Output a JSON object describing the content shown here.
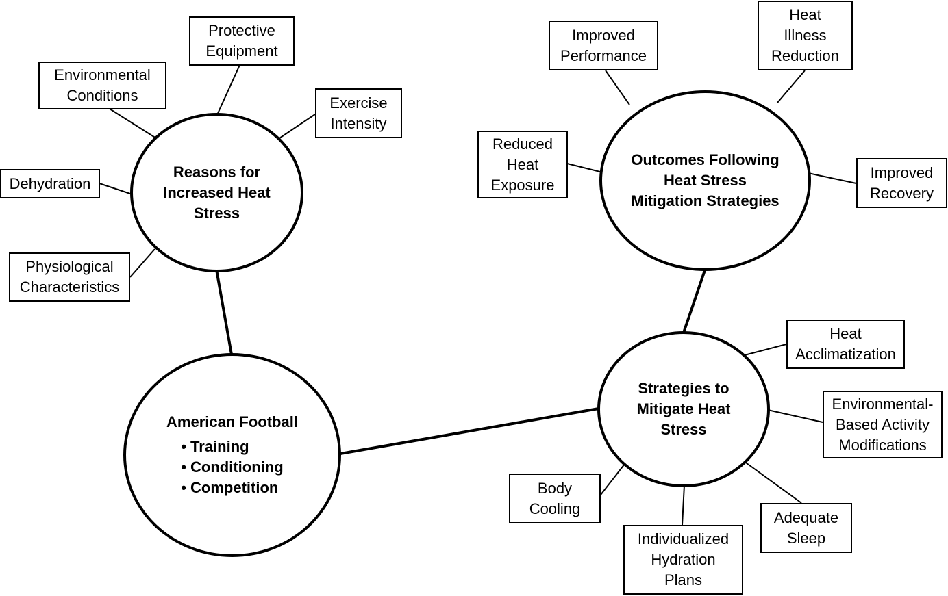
{
  "circles": {
    "reasons": {
      "lines": [
        "Reasons for",
        "Increased Heat",
        "Stress"
      ]
    },
    "football": {
      "title": "American Football",
      "bullets": [
        "Training",
        "Conditioning",
        "Competition"
      ]
    },
    "strategies": {
      "lines": [
        "Strategies to",
        "Mitigate Heat",
        "Stress"
      ]
    },
    "outcomes": {
      "lines": [
        "Outcomes Following",
        "Heat Stress",
        "Mitigation Strategies"
      ]
    }
  },
  "boxes": {
    "protective_equipment": [
      "Protective",
      "Equipment"
    ],
    "environmental_conditions": [
      "Environmental",
      "Conditions"
    ],
    "exercise_intensity": [
      "Exercise",
      "Intensity"
    ],
    "dehydration": [
      "Dehydration"
    ],
    "physiological_characteristics": [
      "Physiological",
      "Characteristics"
    ],
    "improved_performance": [
      "Improved",
      "Performance"
    ],
    "heat_illness_reduction": [
      "Heat",
      "Illness",
      "Reduction"
    ],
    "reduced_heat_exposure": [
      "Reduced",
      "Heat",
      "Exposure"
    ],
    "improved_recovery": [
      "Improved",
      "Recovery"
    ],
    "heat_acclimatization": [
      "Heat",
      "Acclimatization"
    ],
    "environmental_activity_modifications": [
      "Environmental-",
      "Based Activity",
      "Modifications"
    ],
    "body_cooling": [
      "Body",
      "Cooling"
    ],
    "adequate_sleep": [
      "Adequate",
      "Sleep"
    ],
    "individualized_hydration_plans": [
      "Individualized",
      "Hydration",
      "Plans"
    ]
  },
  "colors": {
    "stroke": "#000000",
    "background": "#ffffff"
  }
}
